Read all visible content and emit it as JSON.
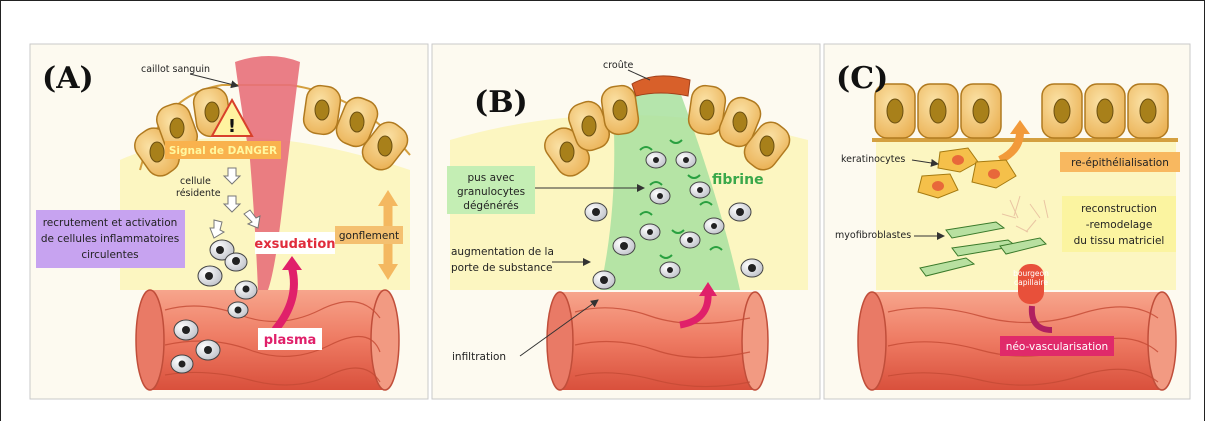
{
  "panels": {
    "a": {
      "letter": "(A)",
      "caillot": "caillot sanguin",
      "danger": "Signal de DANGER",
      "cellule1": "cellule",
      "cellule2": "résidente",
      "recrut1": "recrutement et activation",
      "recrut2": "de cellules inflammatoires",
      "recrut3": "circulentes",
      "exsudation": "exsudation",
      "gonflement": "gonflement",
      "plasma": "plasma"
    },
    "b": {
      "letter": "(B)",
      "croute": "croûte",
      "pus1": "pus avec",
      "pus2": "granulocytes",
      "pus3": "dégénérés",
      "fibrine": "fibrine",
      "augm1": "augmentation de la",
      "augm2": "porte de substance",
      "infiltration": "infiltration"
    },
    "c": {
      "letter": "(C)",
      "kera": "keratinocytes",
      "reepi": "re-épithélialisation",
      "recon1": "reconstruction",
      "recon2": "-remodelage",
      "recon3": "du tissu matriciel",
      "myo": "myofibroblastes",
      "bourg1": "bourgeon",
      "bourg2": "capillaire",
      "neo": "néo-vascularisation"
    }
  },
  "colors": {
    "panel_bg": "#fdfaf0",
    "cell": "#f2c46d",
    "nucleus": "#b8860b",
    "vessel": "#f08a70",
    "exudate": "#fbf4b8",
    "clot": "#e8707a",
    "fibrine": "#a8e0a0",
    "purple_box": "#c7a3f0",
    "orange_box": "#f8b860",
    "magenta": "#e0206a"
  }
}
